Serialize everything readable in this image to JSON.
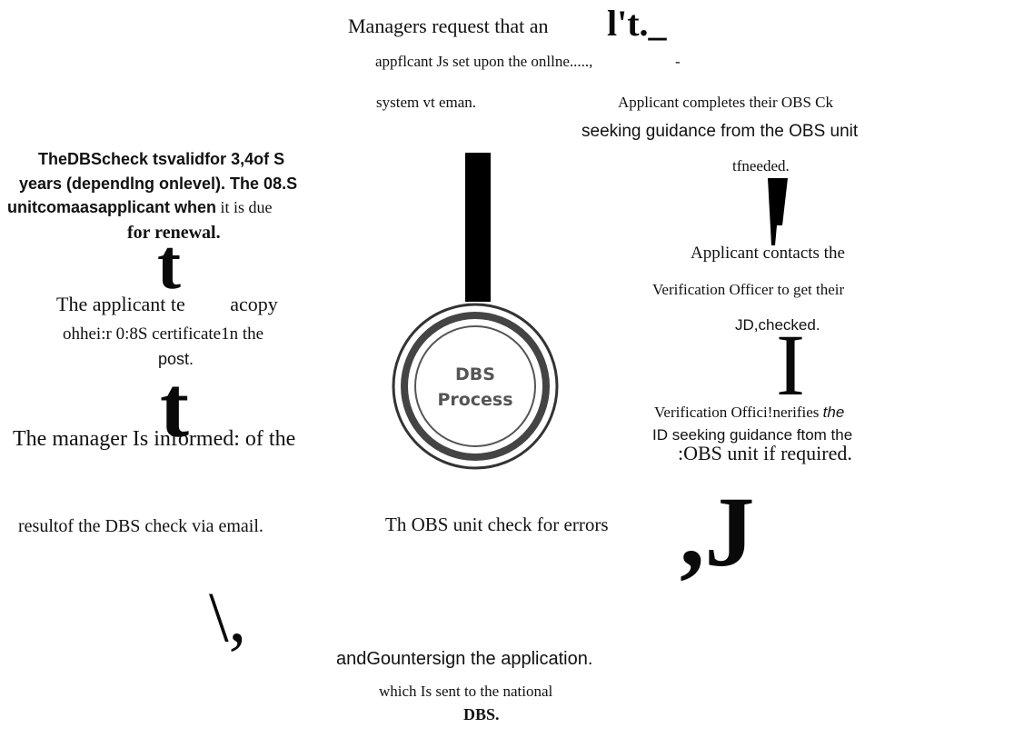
{
  "top": {
    "line1": "Managers request that an",
    "line1_glyph": "l't._",
    "line2": "appflcant Js set upon the onllne.....,",
    "line2_dash": "-",
    "line3a": "system vt   eman."
  },
  "top_right": {
    "line1": "Applicant completes their OBS Ck",
    "line2": "seeking guidance from the OBS unit",
    "line3": "tfneeded."
  },
  "right_mid": {
    "line1": "Applicant contacts the",
    "line2": "Verification Officer to get their",
    "line3": "JD,checked."
  },
  "right_low": {
    "line1a": "Verification Offici!nerifies",
    "line1b": "the",
    "line2": "ID seeking guidance ftom the",
    "line3": ":OBS unit if required."
  },
  "left_top": {
    "line1": "TheDBScheck tsvalidfor 3,4of S",
    "line2": "years (dependlng onlevel). The 08.S",
    "line3a": "unitcomaasapplicant when",
    "line3b": " it is due",
    "line4": "for renewal."
  },
  "left_mid": {
    "line1": "The applicant te         acopy",
    "line2": "ohhei:r 0:8S certificate1n the",
    "line3": "post."
  },
  "left_low": {
    "line1": "The manager Is informed: of the"
  },
  "bottom_row": {
    "left": "resultof the DBS check via email.",
    "right": "Th OBS unit check for errors"
  },
  "bottom": {
    "line1": "andGountersign the application.",
    "line2": "which Is sent to the national",
    "line3": "DBS."
  },
  "center": {
    "line1": "DBS",
    "line2": "Process"
  },
  "glyphs": {
    "t1": "t",
    "t2": "t",
    "I": "I",
    "comma_j": ",J",
    "backslash_comma": "\\,"
  }
}
